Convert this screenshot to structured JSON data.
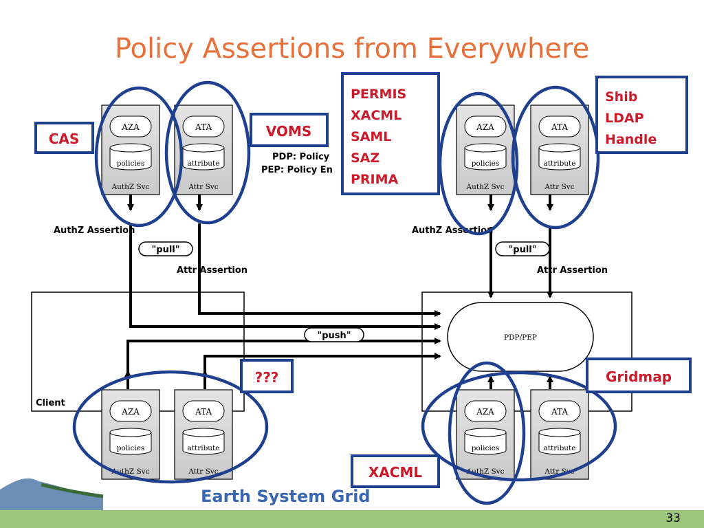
{
  "slide": {
    "title": "Policy Assertions from Everywhere",
    "page_number": "33",
    "footer_logo_text": "Earth System Grid"
  },
  "services": {
    "aza": "AZA",
    "ata": "ATA",
    "policies": "policies",
    "attribute": "attribute",
    "authz_svc": "AuthZ Svc",
    "attr_svc": "Attr Svc"
  },
  "labels": {
    "authz_assertion": "AuthZ Assertion",
    "attr_assertion": "Attr Assertion",
    "pull": "\"pull\"",
    "push": "\"push\"",
    "pdp_pep": "PDP/PEP",
    "client": "Client",
    "legend_line1": "PDP: Policy",
    "legend_line2": "PEP: Policy En"
  },
  "tags": {
    "cas": "CAS",
    "voms": "VOMS",
    "unknown": "???",
    "permis_list": [
      "PERMIS",
      "XACML",
      "SAML",
      "SAZ",
      "PRIMA"
    ],
    "shib_list": [
      "Shib",
      "LDAP",
      "Handle"
    ],
    "gridmap": "Gridmap",
    "xacml": "XACML"
  },
  "colors": {
    "title": "#e8703a",
    "tag_text": "#cc1a2a",
    "tag_border": "#1f3f8f",
    "ellipse": "#1f3f8f",
    "footer_bar": "#9dc77a"
  }
}
